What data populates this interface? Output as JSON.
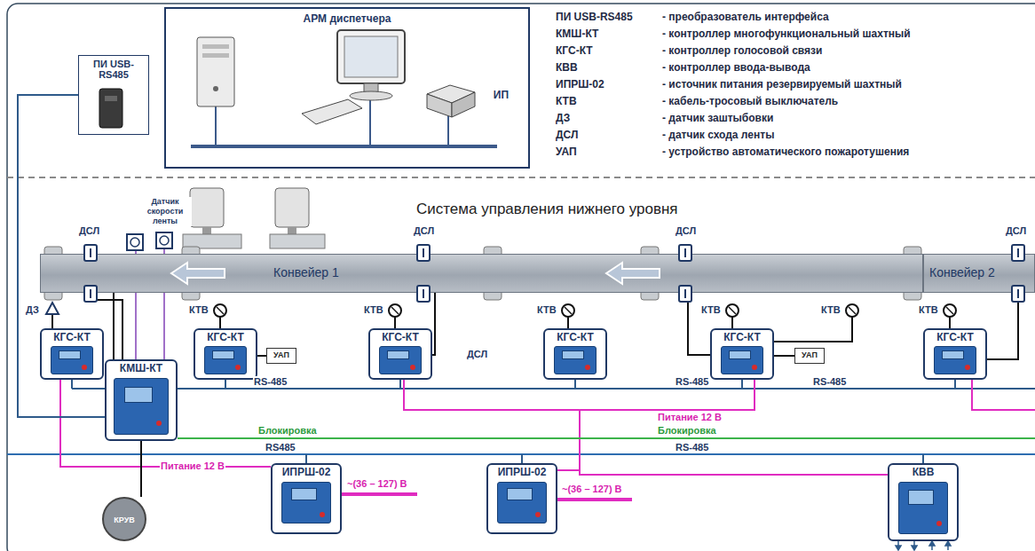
{
  "diagram": {
    "nodes": [
      {
        "text": [
          "ПИ USB- RS485"
        ]
      },
      {
        "text": [
          "АРМ диспетчера"
        ]
      },
      {
        "text": [
          "ИП"
        ],
        "in": 1
      },
      {
        "text": [
          "Конвейер 1"
        ]
      },
      {
        "text": [
          "Конвейер 2"
        ]
      },
      {
        "text": [
          "КГС-КТ"
        ]
      },
      {
        "text": [
          "КМШ-КТ"
        ]
      },
      {
        "text": [
          "КГС-КТ"
        ]
      },
      {
        "text": [
          "УАП"
        ]
      },
      {
        "text": [
          "КГС-КТ"
        ]
      },
      {
        "text": [
          "КГС-КТ"
        ]
      },
      {
        "text": [
          "КГС-КТ"
        ]
      },
      {
        "text": [
          "УАП"
        ]
      },
      {
        "text": [
          "КГС-КТ"
        ]
      },
      {
        "text": [
          "ИПРШ-02"
        ]
      },
      {
        "text": [
          "ИПРШ-02"
        ]
      },
      {
        "text": [
          "КВВ"
        ]
      },
      {
        "text": [
          "КРУВ"
        ]
      }
    ],
    "edges": [
      {
        "from": 0,
        "to": 6,
        "arrow": "none"
      },
      {
        "from": 6,
        "to": 17,
        "arrow": "none"
      },
      {
        "from": 7,
        "to": 8,
        "arrow": "none"
      },
      {
        "from": 11,
        "to": 12,
        "arrow": "none"
      }
    ],
    "labels": [
      "ПИ USB-RS485",
      "- преобразователь интерфейса",
      "КМШ-КТ",
      "- контроллер многофункциональный шахтный",
      "КГС-КТ",
      "- контроллер голосовой связи",
      "КВВ",
      "- контроллер ввода-вывода",
      "ИПРШ-02",
      "- источник питания резервируемый шахтный",
      "КТВ",
      "- кабель-тросовый выключатель",
      "ДЗ",
      "- датчик заштыбовки",
      "ДСЛ",
      "- датчик схода ленты",
      "УАП",
      "- устройство автоматического пожаротушения",
      "Система управления нижнего уровня",
      "Датчик скорости ленты",
      "ДСЛ",
      "ДСЛ",
      "ДСЛ",
      "ДСЛ",
      "ДЗ",
      "КТВ",
      "КТВ",
      "КТВ",
      "КТВ",
      "КТВ",
      "КТВ",
      "ДСЛ",
      "RS-485",
      "RS-485",
      "RS-485",
      "Питание 12 В",
      "Блокировка",
      "Блокировка",
      "RS485",
      "RS-485",
      "Питание 12 В",
      "~(36 – 127) В",
      "~(36 – 127) В"
    ]
  }
}
